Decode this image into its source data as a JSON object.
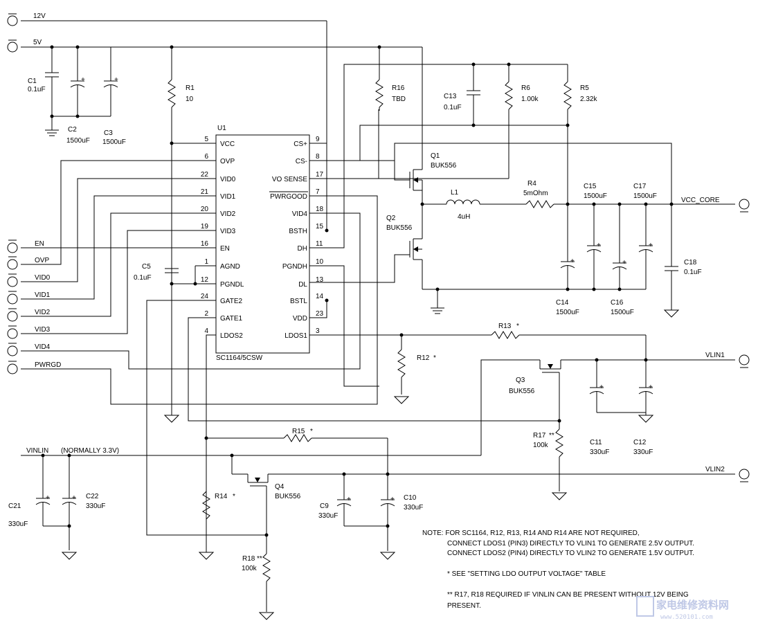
{
  "rails": {
    "v12": "12V",
    "v5": "5V"
  },
  "ic": {
    "ref": "U1",
    "part": "SC1164/5CSW",
    "left_pins": [
      {
        "num": "5",
        "name": "VCC"
      },
      {
        "num": "6",
        "name": "OVP"
      },
      {
        "num": "22",
        "name": "VID0"
      },
      {
        "num": "21",
        "name": "VID1"
      },
      {
        "num": "20",
        "name": "VID2"
      },
      {
        "num": "19",
        "name": "VID3"
      },
      {
        "num": "16",
        "name": "EN"
      },
      {
        "num": "1",
        "name": "AGND"
      },
      {
        "num": "12",
        "name": "PGNDL"
      },
      {
        "num": "24",
        "name": "GATE2"
      },
      {
        "num": "2",
        "name": "GATE1"
      },
      {
        "num": "4",
        "name": "LDOS2"
      }
    ],
    "right_pins": [
      {
        "num": "9",
        "name": "CS+"
      },
      {
        "num": "8",
        "name": "CS-"
      },
      {
        "num": "17",
        "name": "VO SENSE"
      },
      {
        "num": "7",
        "name": "PWRGOOD"
      },
      {
        "num": "18",
        "name": "VID4"
      },
      {
        "num": "15",
        "name": "BSTH"
      },
      {
        "num": "11",
        "name": "DH"
      },
      {
        "num": "10",
        "name": "PGNDH"
      },
      {
        "num": "13",
        "name": "DL"
      },
      {
        "num": "14",
        "name": "BSTL"
      },
      {
        "num": "23",
        "name": "VDD"
      },
      {
        "num": "3",
        "name": "LDOS1"
      }
    ]
  },
  "inputs": [
    "EN",
    "OVP",
    "VID0",
    "VID1",
    "VID2",
    "VID3",
    "VID4",
    "PWRGD"
  ],
  "components": {
    "c1": {
      "ref": "C1",
      "val": "0.1uF"
    },
    "c2": {
      "ref": "C2",
      "val": "1500uF"
    },
    "c3": {
      "ref": "C3",
      "val": "1500uF"
    },
    "r1": {
      "ref": "R1",
      "val": "10"
    },
    "c5": {
      "ref": "C5",
      "val": "0.1uF"
    },
    "r16": {
      "ref": "R16",
      "val": "TBD"
    },
    "c13": {
      "ref": "C13",
      "val": "0.1uF"
    },
    "r6": {
      "ref": "R6",
      "val": "1.00k"
    },
    "r5": {
      "ref": "R5",
      "val": "2.32k"
    },
    "q1": {
      "ref": "Q1",
      "val": "BUK556"
    },
    "q2": {
      "ref": "Q2",
      "val": "BUK556"
    },
    "l1": {
      "ref": "L1",
      "val": "4uH"
    },
    "r4": {
      "ref": "R4",
      "val": "5mOhm"
    },
    "c15": {
      "ref": "C15",
      "val": "1500uF"
    },
    "c17": {
      "ref": "C17",
      "val": "1500uF"
    },
    "c14": {
      "ref": "C14",
      "val": "1500uF"
    },
    "c16": {
      "ref": "C16",
      "val": "1500uF"
    },
    "c18": {
      "ref": "C18",
      "val": "0.1uF"
    },
    "r13": {
      "ref": "R13",
      "val": "*"
    },
    "r12": {
      "ref": "R12",
      "val": "*"
    },
    "q3": {
      "ref": "Q3",
      "val": "BUK556"
    },
    "r17": {
      "ref": "R17",
      "val": "**",
      "val2": "100k"
    },
    "c11": {
      "ref": "C11",
      "val": "330uF"
    },
    "c12": {
      "ref": "C12",
      "val": "330uF"
    },
    "r15": {
      "ref": "R15",
      "val": "*"
    },
    "r14": {
      "ref": "R14",
      "val": "*"
    },
    "q4": {
      "ref": "Q4",
      "val": "BUK556"
    },
    "c9": {
      "ref": "C9",
      "val": "330uF"
    },
    "c10": {
      "ref": "C10",
      "val": "330uF"
    },
    "c21": {
      "ref": "C21",
      "val": "330uF"
    },
    "c22": {
      "ref": "C22",
      "val": "330uF"
    },
    "r18": {
      "ref": "R18",
      "val": "**",
      "val2": "100k"
    }
  },
  "outputs": {
    "vcc_core": "VCC_CORE",
    "vlin1": "VLIN1",
    "vlin2": "VLIN2"
  },
  "vinlin": {
    "label": "VINLIN",
    "note": "(NORMALLY 3.3V)"
  },
  "notes": [
    "NOTE:  FOR SC1164, R12, R13, R14 AND R14 ARE NOT REQUIRED,",
    "CONNECT LDOS1 (PIN3) DIRECTLY TO VLIN1 TO GENERATE 2.5V OUTPUT.",
    "CONNECT LDOS2 (PIN4) DIRECTLY TO VLIN2 TO GENERATE 1.5V OUTPUT.",
    "* SEE \"SETTING LDO OUTPUT VOLTAGE\" TABLE",
    "** R17, R18 REQUIRED IF VINLIN CAN BE PRESENT WITHOUT 12V BEING",
    "PRESENT."
  ],
  "watermark": {
    "text": "家电维修资料网",
    "url": "www.520101.com"
  }
}
